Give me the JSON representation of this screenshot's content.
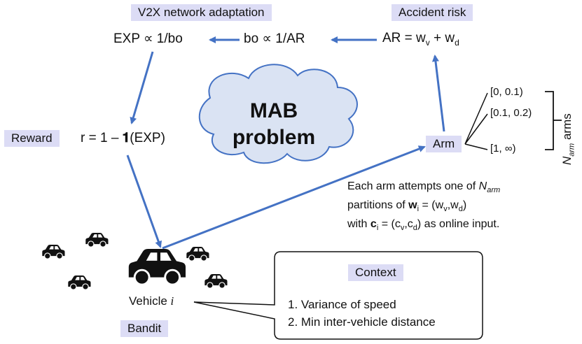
{
  "labels": {
    "v2x": "V2X network adaptation",
    "accident": "Accident risk",
    "reward": "Reward",
    "bandit": "Bandit",
    "context": "Context"
  },
  "equations": {
    "exp": "EXP ∝ 1/bo",
    "bo": "bo ∝ 1/AR",
    "ar_prefix": "AR = w",
    "ar_v": "v",
    "ar_plus": " + w",
    "ar_d": "d",
    "reward_prefix": "r = 1 – ",
    "reward_indicator": "𝟏",
    "reward_suffix": "(EXP)"
  },
  "cloud": {
    "line1": "MAB",
    "line2": "problem"
  },
  "arm": {
    "label": "Arm",
    "intervals": [
      "[0, 0.1)",
      "[0.1, 0.2)",
      "[1, ∞)"
    ],
    "count_prefix": "N",
    "count_sub": "arm",
    "count_suffix": " arms"
  },
  "description": {
    "line1_a": "Each arm attempts one of ",
    "line1_n": "N",
    "line1_sub": "arm",
    "line2_a": "partitions of ",
    "line2_w": "w",
    "line2_i": "i",
    "line2_b": " =  (w",
    "line2_v": "v",
    "line2_c": ",w",
    "line2_d": "d",
    "line2_e": ")",
    "line3_a": "with ",
    "line3_c": "c",
    "line3_i": "i",
    "line3_b": " =  (c",
    "line3_v": "v",
    "line3_c2": ",c",
    "line3_d": "d",
    "line3_e": ") as online input."
  },
  "vehicle": {
    "label": "Vehicle ",
    "index": "i"
  },
  "context_items": [
    "1. Variance of speed",
    "2. Min inter-vehicle distance"
  ],
  "colors": {
    "arrow": "#4472c4",
    "label_bg": "#dcdcf5",
    "cloud_fill": "#dae3f3",
    "cloud_stroke": "#4472c4"
  },
  "icons": [
    "car-icon"
  ]
}
